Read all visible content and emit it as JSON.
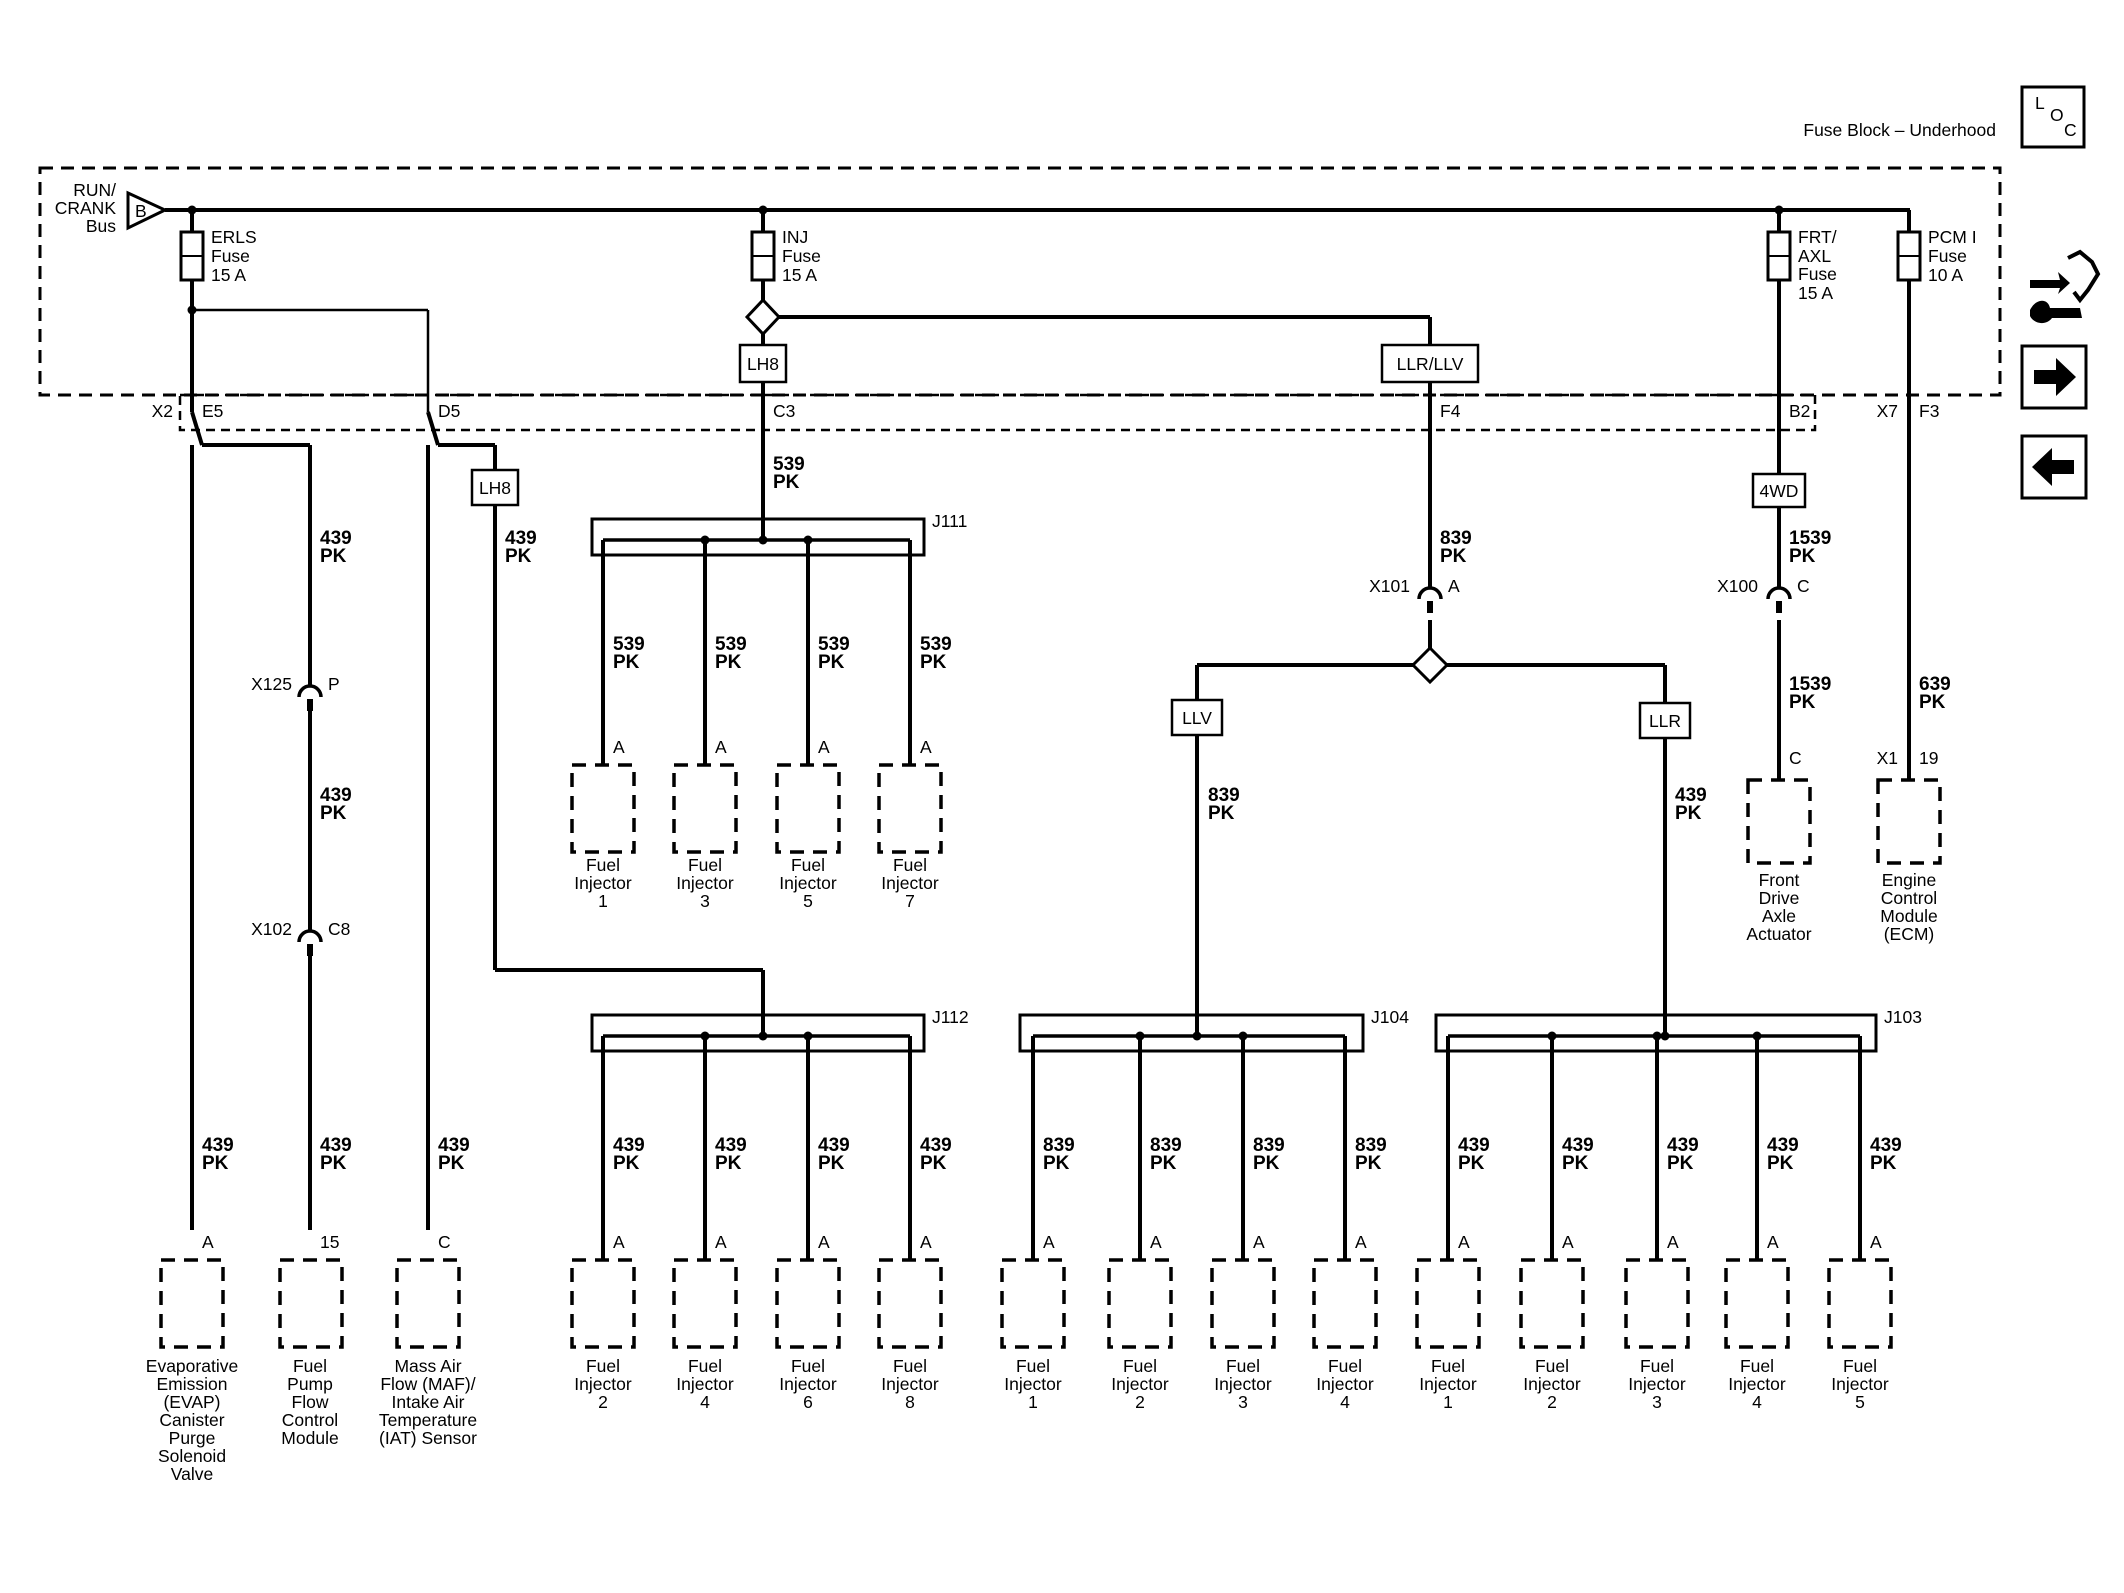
{
  "location_label": "Fuse Block – Underhood",
  "loc_icon": [
    "L",
    "O",
    "C"
  ],
  "bus": {
    "name": [
      "RUN/",
      "CRANK",
      "Bus"
    ],
    "pin": "B"
  },
  "fuses": [
    {
      "lines": [
        "ERLS",
        "Fuse",
        "15 A"
      ]
    },
    {
      "lines": [
        "INJ",
        "Fuse",
        "15 A"
      ]
    },
    {
      "lines": [
        "FRT/",
        "AXL",
        "Fuse",
        "15 A"
      ]
    },
    {
      "lines": [
        "PCM I",
        "Fuse",
        "10 A"
      ]
    }
  ],
  "option_boxes": [
    "LH8",
    "LLR/LLV",
    "LH8",
    "4WD",
    "LLV",
    "LLR"
  ],
  "connector_pins": {
    "x2": "X2",
    "e5": "E5",
    "d5": "D5",
    "c3": "C3",
    "f4": "F4",
    "b2": "B2",
    "x7": "X7",
    "f3": "F3"
  },
  "inline_connectors": [
    {
      "id": "X125",
      "pin": "P"
    },
    {
      "id": "X102",
      "pin": "C8"
    },
    {
      "id": "X101",
      "pin": "A"
    },
    {
      "id": "X100",
      "pin": "C"
    }
  ],
  "splices": [
    "J111",
    "J112",
    "J104",
    "J103"
  ],
  "wires": {
    "w439": [
      "439",
      "PK"
    ],
    "w539": [
      "539",
      "PK"
    ],
    "w839": [
      "839",
      "PK"
    ],
    "w1539": [
      "1539",
      "PK"
    ],
    "w639": [
      "639",
      "PK"
    ]
  },
  "components": {
    "evap": {
      "pin": "A",
      "lines": [
        "Evaporative",
        "Emission",
        "(EVAP)",
        "Canister",
        "Purge",
        "Solenoid",
        "Valve"
      ]
    },
    "fpfcm": {
      "pin": "15",
      "lines": [
        "Fuel",
        "Pump",
        "Flow",
        "Control",
        "Module"
      ]
    },
    "maf": {
      "pin": "C",
      "lines": [
        "Mass Air",
        "Flow (MAF)/",
        "Intake Air",
        "Temperature",
        "(IAT) Sensor"
      ]
    },
    "fdaa": {
      "pin": "C",
      "lines": [
        "Front",
        "Drive",
        "Axle",
        "Actuator"
      ]
    },
    "ecm": {
      "pin": "19",
      "conn": "X1",
      "lines": [
        "Engine",
        "Control",
        "Module",
        "(ECM)"
      ]
    }
  },
  "injector_pin": "A",
  "injector_word": [
    "Fuel",
    "Injector"
  ],
  "injector_groups": {
    "j111": [
      "1",
      "3",
      "5",
      "7"
    ],
    "j112": [
      "2",
      "4",
      "6",
      "8"
    ],
    "j104": [
      "1",
      "2",
      "3",
      "4"
    ],
    "j103": [
      "1",
      "2",
      "3",
      "4",
      "5"
    ]
  },
  "nav_icons": [
    "service-tools-icon",
    "next-page-arrow-icon",
    "previous-page-arrow-icon"
  ]
}
